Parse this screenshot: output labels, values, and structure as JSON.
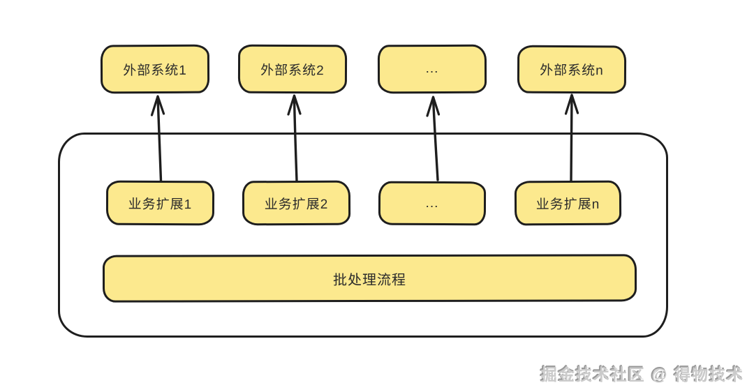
{
  "diagram": {
    "colors": {
      "box_fill": "#fce98e",
      "stroke": "#1e1e1e",
      "background": "#ffffff",
      "label_text": "#2b2b2b"
    },
    "top_row": [
      {
        "label": "外部系统1"
      },
      {
        "label": "外部系统2"
      },
      {
        "label": "..."
      },
      {
        "label": "外部系统n"
      }
    ],
    "middle_row": [
      {
        "label": "业务扩展1"
      },
      {
        "label": "业务扩展2"
      },
      {
        "label": "..."
      },
      {
        "label": "业务扩展n"
      }
    ],
    "bottom_box": {
      "label": "批处理流程"
    },
    "watermark": "掘金技术社区 @ 得物技术"
  }
}
